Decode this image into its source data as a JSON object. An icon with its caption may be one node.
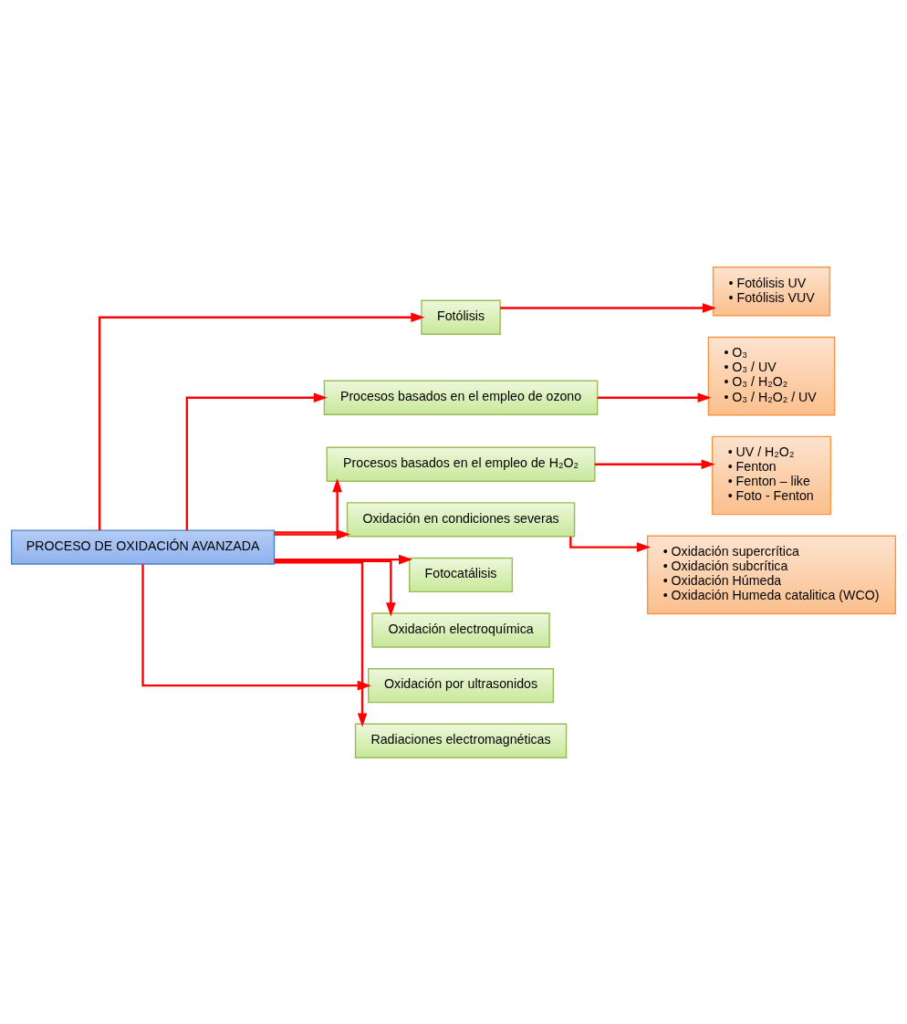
{
  "diagram": {
    "nodes": [
      {
        "text": [
          "PROCESO DE OXIDACIÓN AVANZADA"
        ]
      },
      {
        "text": [
          "Fotólisis"
        ]
      },
      {
        "text": [
          "Procesos basados en el empleo de ozono"
        ]
      },
      {
        "text": [
          "Procesos basados en el empleo de H₂O₂"
        ]
      },
      {
        "text": [
          "Oxidación en condiciones severas"
        ]
      },
      {
        "text": [
          "Fotocatálisis"
        ]
      },
      {
        "text": [
          "Oxidación electroquímica"
        ]
      },
      {
        "text": [
          "Oxidación por ultrasonidos"
        ]
      },
      {
        "text": [
          "Radiaciones electromagnéticas"
        ]
      },
      {
        "text": [
          "• Fotólisis UV",
          "• Fotólisis VUV"
        ]
      },
      {
        "text": [
          "• O₃",
          "• O₃ / UV",
          "• O₃ / H₂O₂",
          "• O₃ / H₂O₂ / UV"
        ]
      },
      {
        "text": [
          "• UV / H₂O₂",
          "• Fenton",
          "• Fenton – like",
          "• Foto - Fenton"
        ]
      },
      {
        "text": [
          "• Oxidación supercrítica",
          "• Oxidación subcrítica",
          "• Oxidación Húmeda",
          "• Oxidación Humeda catalitica (WCO)"
        ]
      }
    ],
    "edges": [
      {
        "from": 0,
        "to": 1,
        "arrow": "to"
      },
      {
        "from": 0,
        "to": 2,
        "arrow": "to"
      },
      {
        "from": 0,
        "to": 3,
        "arrow": "to"
      },
      {
        "from": 0,
        "to": 4,
        "arrow": "to"
      },
      {
        "from": 0,
        "to": 5,
        "arrow": "to"
      },
      {
        "from": 0,
        "to": 6,
        "arrow": "to"
      },
      {
        "from": 0,
        "to": 7,
        "arrow": "to"
      },
      {
        "from": 0,
        "to": 8,
        "arrow": "to"
      },
      {
        "from": 1,
        "to": 9,
        "arrow": "to"
      },
      {
        "from": 2,
        "to": 10,
        "arrow": "to"
      },
      {
        "from": 3,
        "to": 11,
        "arrow": "to"
      },
      {
        "from": 4,
        "to": 12,
        "arrow": "to"
      }
    ]
  }
}
